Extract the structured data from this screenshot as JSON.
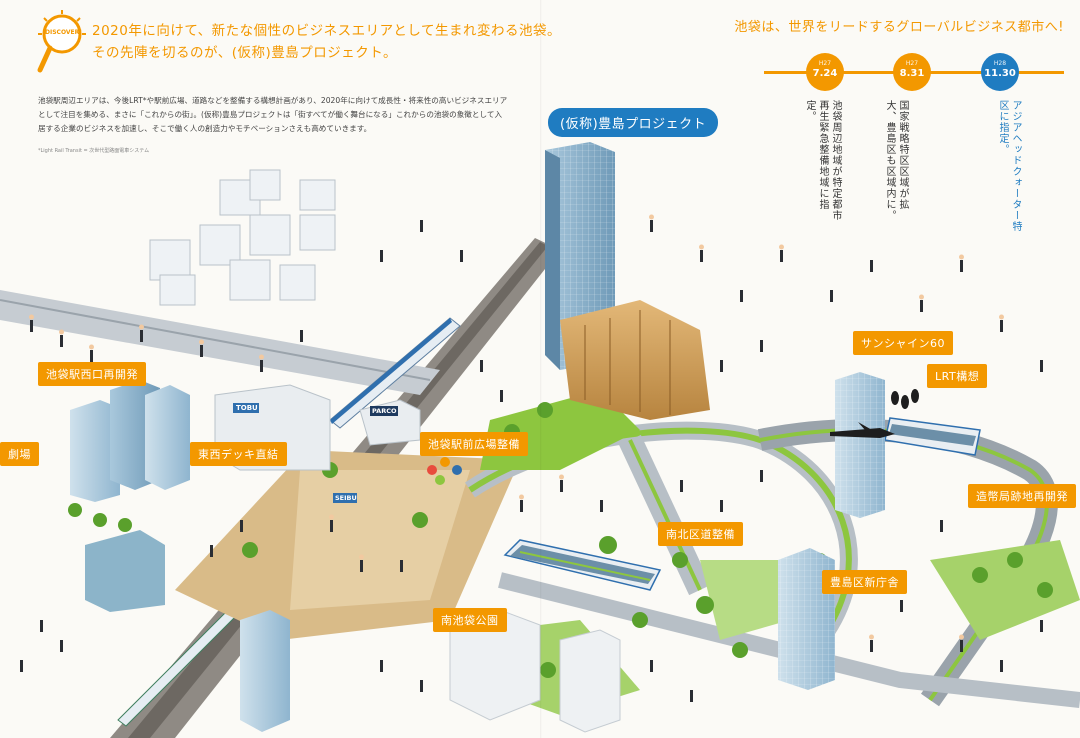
{
  "header": {
    "badge_text": "DISCOVER!",
    "headline_line1": "2020年に向けて、新たな個性のビジネスエリアとして生まれ変わる池袋。",
    "headline_line2": "その先陣を切るのが、(仮称)豊島プロジェクト。",
    "body": "池袋駅周辺エリアは、今後LRT*や駅前広場、道路などを整備する構想計画があり、2020年に向けて成長性・将来性の高いビジネスエリアとして注目を集める、まさに「これからの街」。(仮称)豊島プロジェクトは「街すべてが働く舞台になる」これからの池袋の象徴として入居する企業のビジネスを加速し、そこで働く人の創造力やモチベーションさえも高めていきます。",
    "footnote": "*Light Rail Transit = 次世代型路面電車システム"
  },
  "timeline": {
    "title": "池袋は、世界をリードするグローバルビジネス都市へ!",
    "events": [
      {
        "year": "H27",
        "date": "7.24",
        "text": "池袋周辺地域が特定都市再生緊急整備地域に指定。",
        "color": "orange"
      },
      {
        "year": "H27",
        "date": "8.31",
        "text": "国家戦略特区区域が拡大、豊島区も区域内に。",
        "color": "orange"
      },
      {
        "year": "H28",
        "date": "11.30",
        "text": "アジアヘッドクォーター特区に指定。",
        "color": "blue"
      }
    ]
  },
  "map_labels": {
    "project": "(仮称)豊島プロジェクト",
    "west_exit": "池袋駅西口再開発",
    "theater": "劇場",
    "east_west_deck": "東西デッキ直結",
    "station_plaza": "池袋駅前広場整備",
    "sunshine": "サンシャイン60",
    "lrt": "LRT構想",
    "north_south": "南北区道整備",
    "ward_office": "豊島区新庁舎",
    "south_park": "南池袋公園",
    "mint_bureau": "造幣局跡地再開発"
  },
  "signs": {
    "tobu": "TOBU",
    "parco": "PARCO",
    "seibu": "SEIBU"
  },
  "colors": {
    "accent": "#f39800",
    "brand_blue": "#1f7cc1",
    "park_green": "#8dc63f",
    "road_gray": "#9aa3ab",
    "plaza_brown": "#c9a46a",
    "building_blue": "#8fb5cf"
  }
}
